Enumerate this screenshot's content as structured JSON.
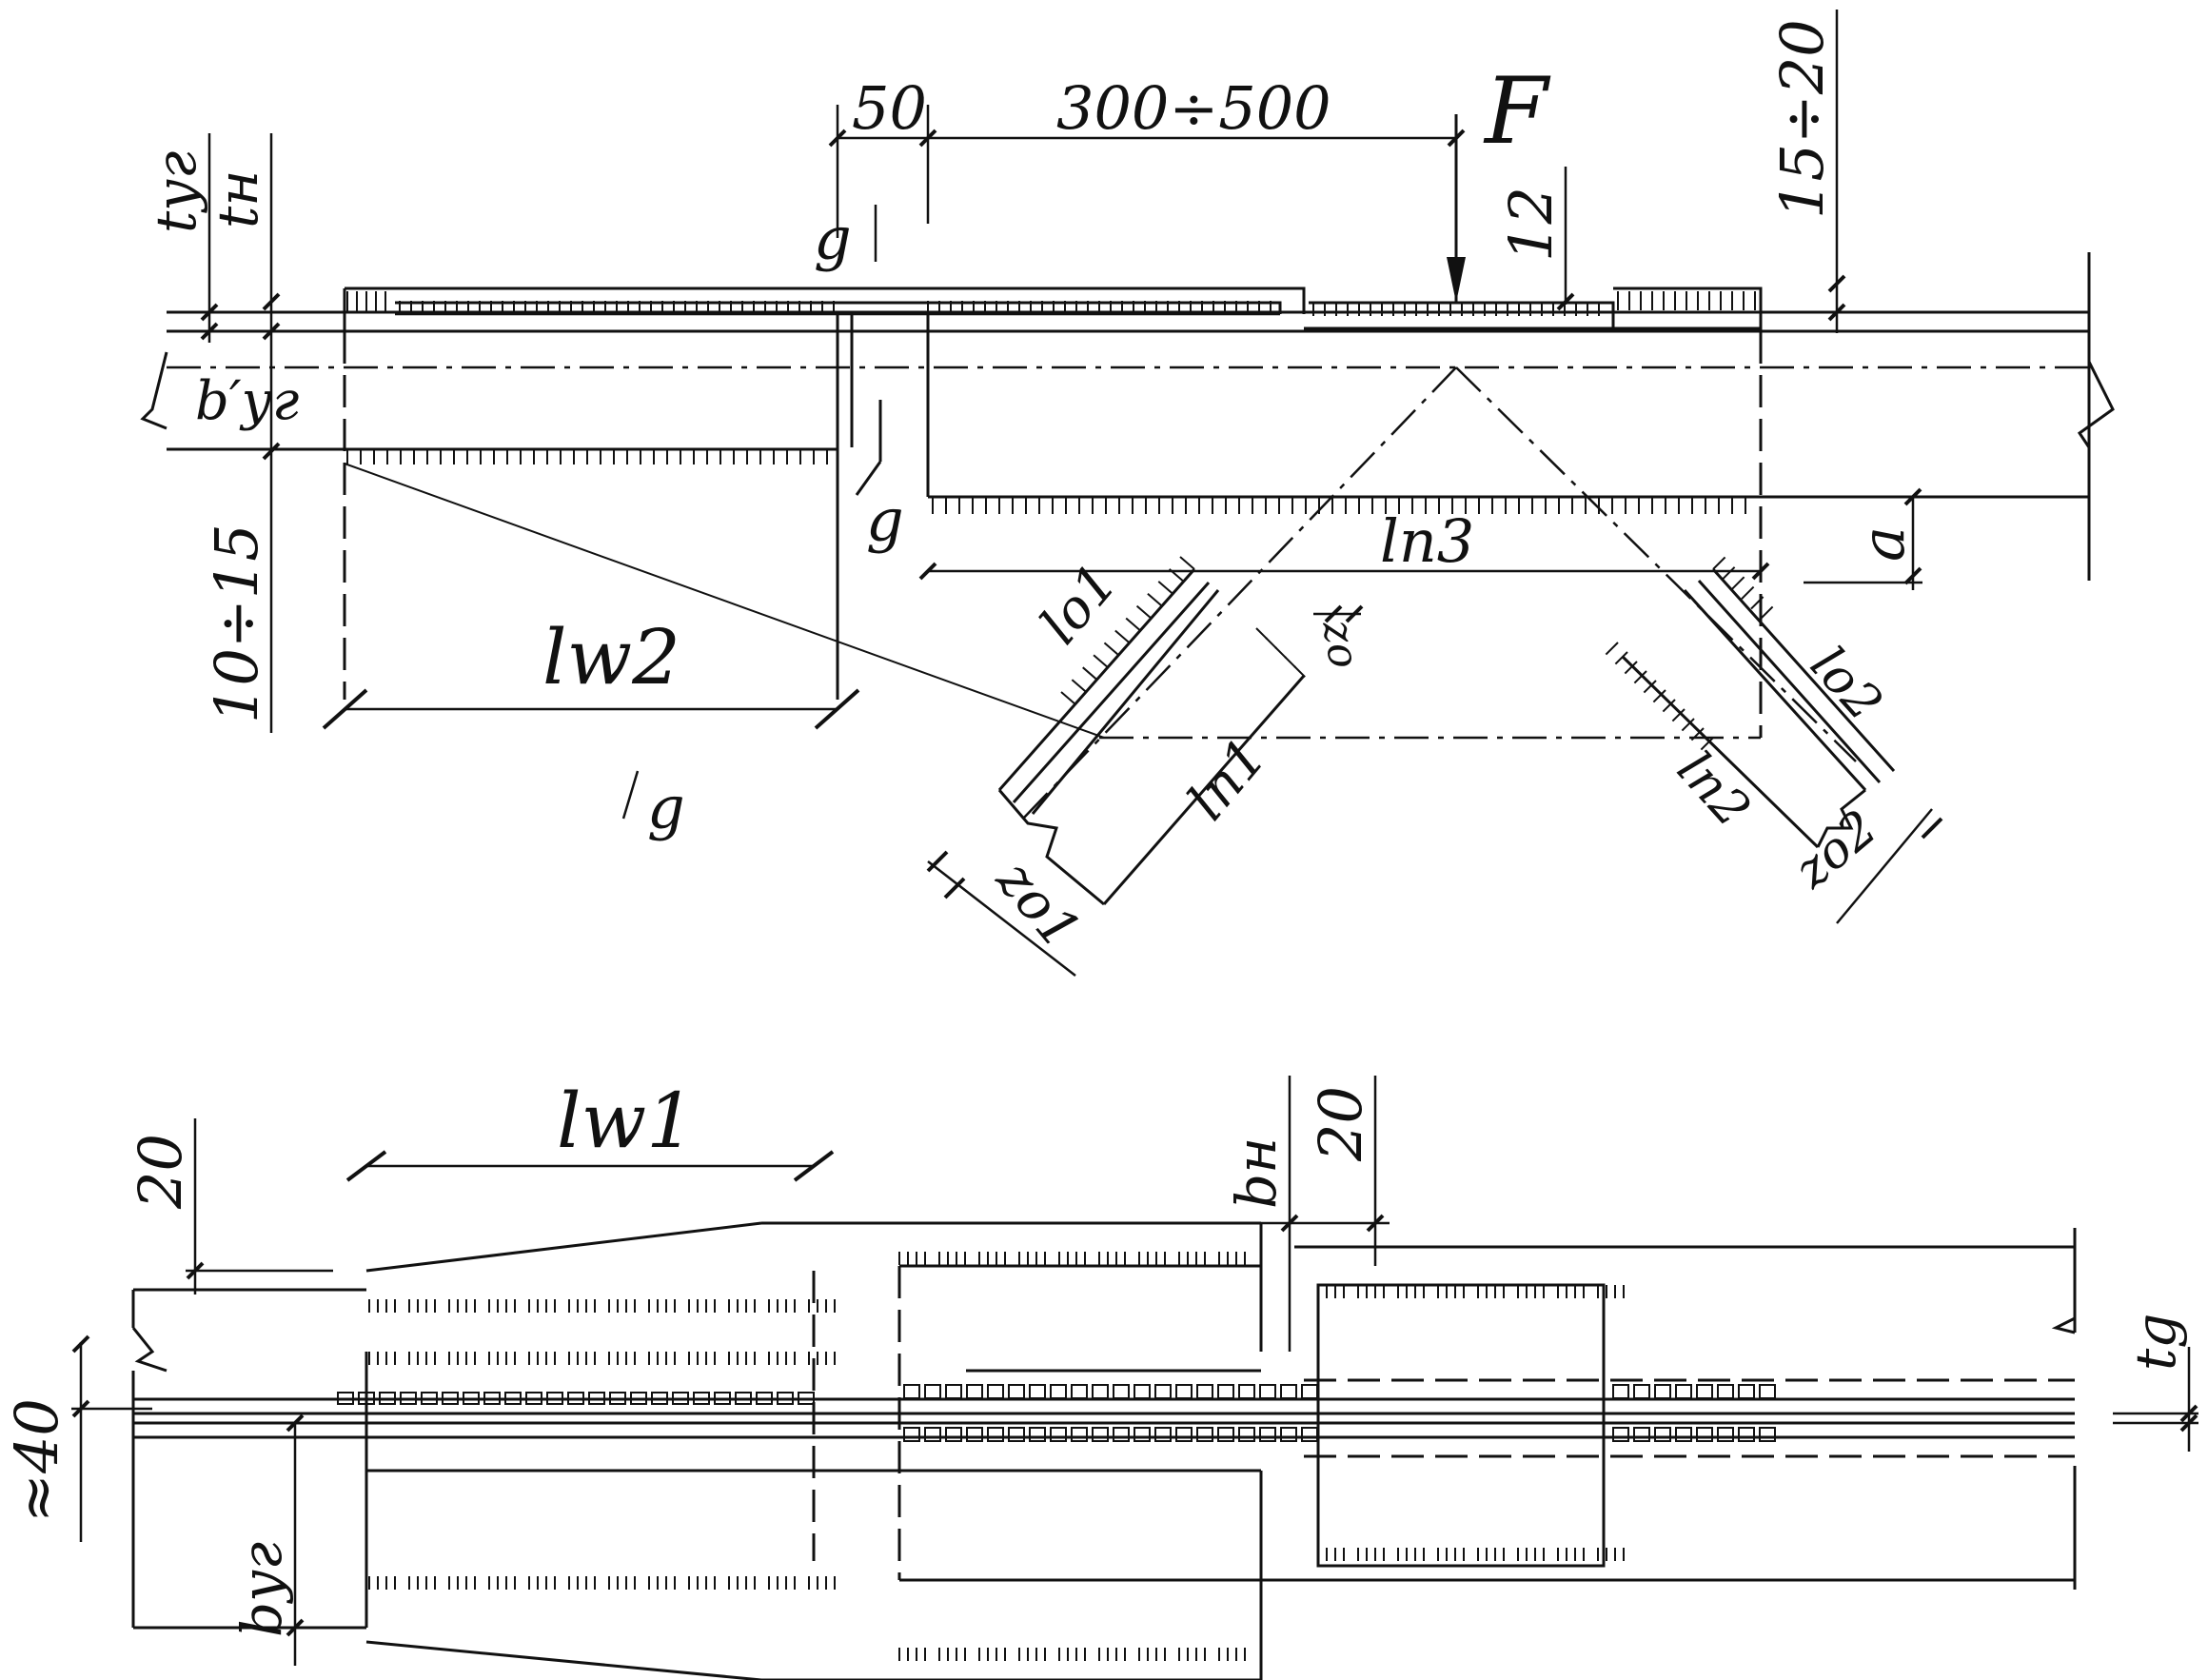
{
  "labels": {
    "F": "F",
    "dim_50": "50",
    "dim_300_500": "300÷500",
    "dim_15_20": "15÷20",
    "dim_12": "12",
    "t_ug": "tуг",
    "t_n": "tн",
    "b_ug_prime": "b′уг",
    "dim_10_15": "10÷15",
    "g": "g",
    "a": "a",
    "l_w2": "lw2",
    "l_p3": "lп3",
    "l_o1": "lo1",
    "l_o2": "lo2",
    "l_p1": "lп1",
    "l_p2": "lп2",
    "z_o1": "zo1",
    "z_o2": "zo2",
    "z_o": "zo",
    "l_w1": "lw1",
    "dim_20_left": "20",
    "dim_20_right": "20",
    "b_n": "bн",
    "t_g": "tg",
    "approx_40": "≈40",
    "b_ug": "bуг"
  }
}
